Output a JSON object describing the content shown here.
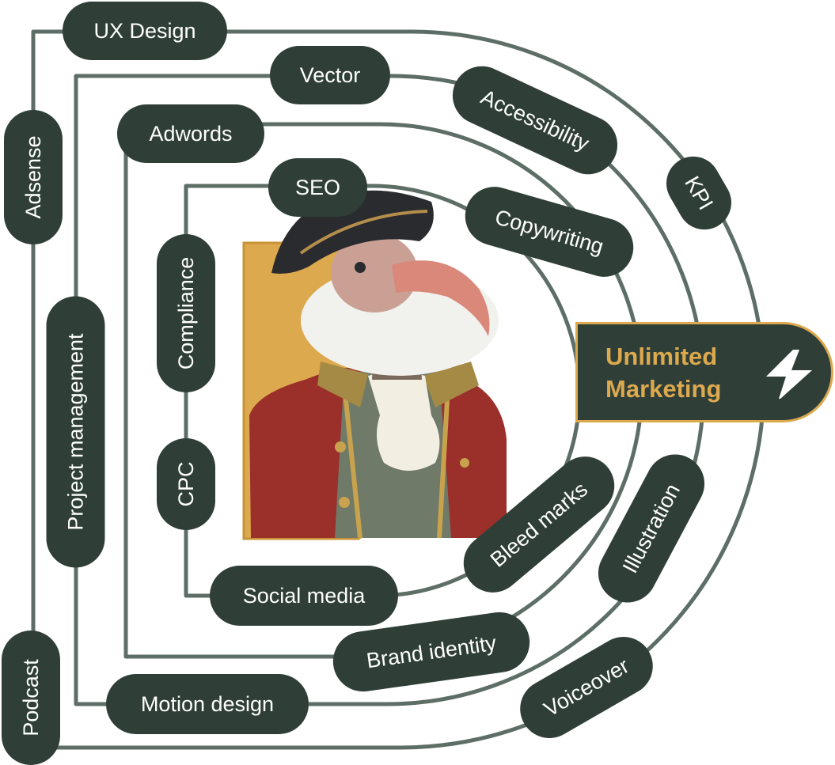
{
  "center": {
    "title_line1": "Unlimited",
    "title_line2": "Marketing",
    "icon": "lightning-bolt-icon"
  },
  "pills": {
    "ux_design": "UX Design",
    "vector": "Vector",
    "accessibility": "Accessibility",
    "adwords": "Adwords",
    "kpi": "KPI",
    "seo": "SEO",
    "copywriting": "Copywriting",
    "adsense": "Adsense",
    "project_management": "Project management",
    "compliance": "Compliance",
    "cpc": "CPC",
    "social_media": "Social media",
    "bleed_marks": "Bleed marks",
    "illustration": "Illustration",
    "brand_identity": "Brand identity",
    "voiceover": "Voiceover",
    "motion_design": "Motion design",
    "podcast": "Podcast"
  },
  "portrait": {
    "subject": "vulture-in-admiral-costume"
  },
  "colors": {
    "pill": "#2f3f38",
    "line": "#5d6e66",
    "accent": "#dca94e",
    "coat": "#9b2f2a",
    "hat": "#2a2b2f"
  }
}
